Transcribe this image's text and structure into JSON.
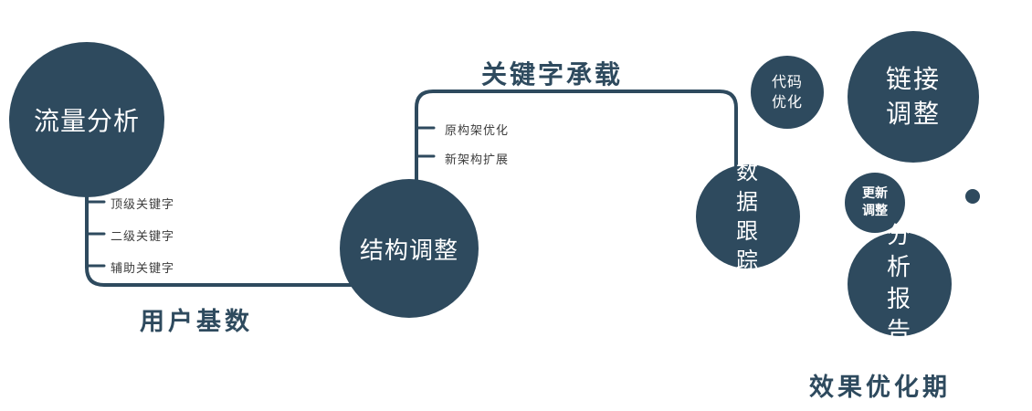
{
  "colors": {
    "primary": "#2e4a5e",
    "node_text": "#ffffff",
    "background": "#ffffff"
  },
  "nodes": {
    "traffic_analysis": {
      "label": "流量分析"
    },
    "structure_adjustment": {
      "label": "结构调整"
    },
    "data_tracking": {
      "label": "数据跟踪"
    },
    "code_optimization": {
      "label": "代码优化"
    },
    "link_adjustment": {
      "label": "链接调整"
    },
    "update_adjustment": {
      "label": "更新调整"
    },
    "analysis_report": {
      "label": "分析报告"
    }
  },
  "edge_labels": {
    "keyword_carrying": "关键字承载",
    "user_base": "用户基数"
  },
  "traffic_branches": [
    "顶级关键字",
    "二级关键字",
    "辅助关键字"
  ],
  "structure_branches": [
    "原构架优化",
    "新架构扩展"
  ],
  "caption": "效果优化期"
}
